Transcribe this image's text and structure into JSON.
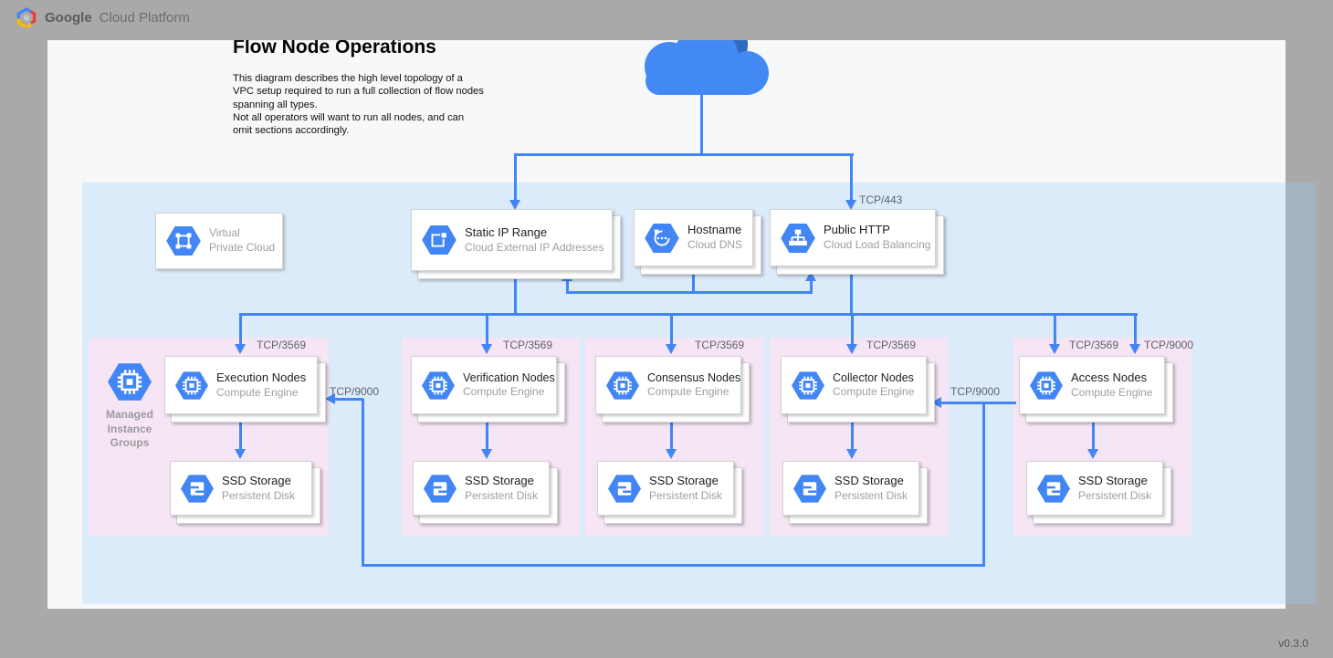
{
  "header": {
    "brand_primary": "Google",
    "brand_secondary": "Cloud Platform"
  },
  "page": {
    "title": "Flow Node Operations",
    "description": [
      "This diagram describes the high level topology of a VPC setup required to run a full collection of flow nodes spanning all types.",
      "Not all operators will want to run all nodes, and can omit sections accordingly."
    ],
    "version": "v0.3.0"
  },
  "ports": {
    "https": "TCP/443",
    "node": "TCP/3569",
    "access": "TCP/9000"
  },
  "services": {
    "vpc": {
      "line1": "Virtual",
      "line2": "Private Cloud"
    },
    "static_ip": {
      "title": "Static IP Range",
      "subtitle": "Cloud External IP Addresses"
    },
    "hostname": {
      "title": "Hostname",
      "subtitle": "Cloud DNS"
    },
    "load_balancer": {
      "title": "Public HTTP",
      "subtitle": "Cloud Load Balancing"
    }
  },
  "mig": {
    "label": "Managed Instance Groups"
  },
  "groups": [
    {
      "title": "Execution Nodes",
      "subtitle": "Compute Engine",
      "storage_title": "SSD Storage",
      "storage_subtitle": "Persistent Disk"
    },
    {
      "title": "Verification Nodes",
      "subtitle": "Compute Engine",
      "storage_title": "SSD Storage",
      "storage_subtitle": "Persistent Disk"
    },
    {
      "title": "Consensus Nodes",
      "subtitle": "Compute Engine",
      "storage_title": "SSD Storage",
      "storage_subtitle": "Persistent Disk"
    },
    {
      "title": "Collector Nodes",
      "subtitle": "Compute Engine",
      "storage_title": "SSD Storage",
      "storage_subtitle": "Persistent Disk"
    },
    {
      "title": "Access Nodes",
      "subtitle": "Compute Engine",
      "storage_title": "SSD Storage",
      "storage_subtitle": "Persistent Disk"
    }
  ],
  "colors": {
    "accent_blue": "#4285f4",
    "vpc_region": "#dcebfa",
    "group_pink": "#f5e5f5"
  }
}
